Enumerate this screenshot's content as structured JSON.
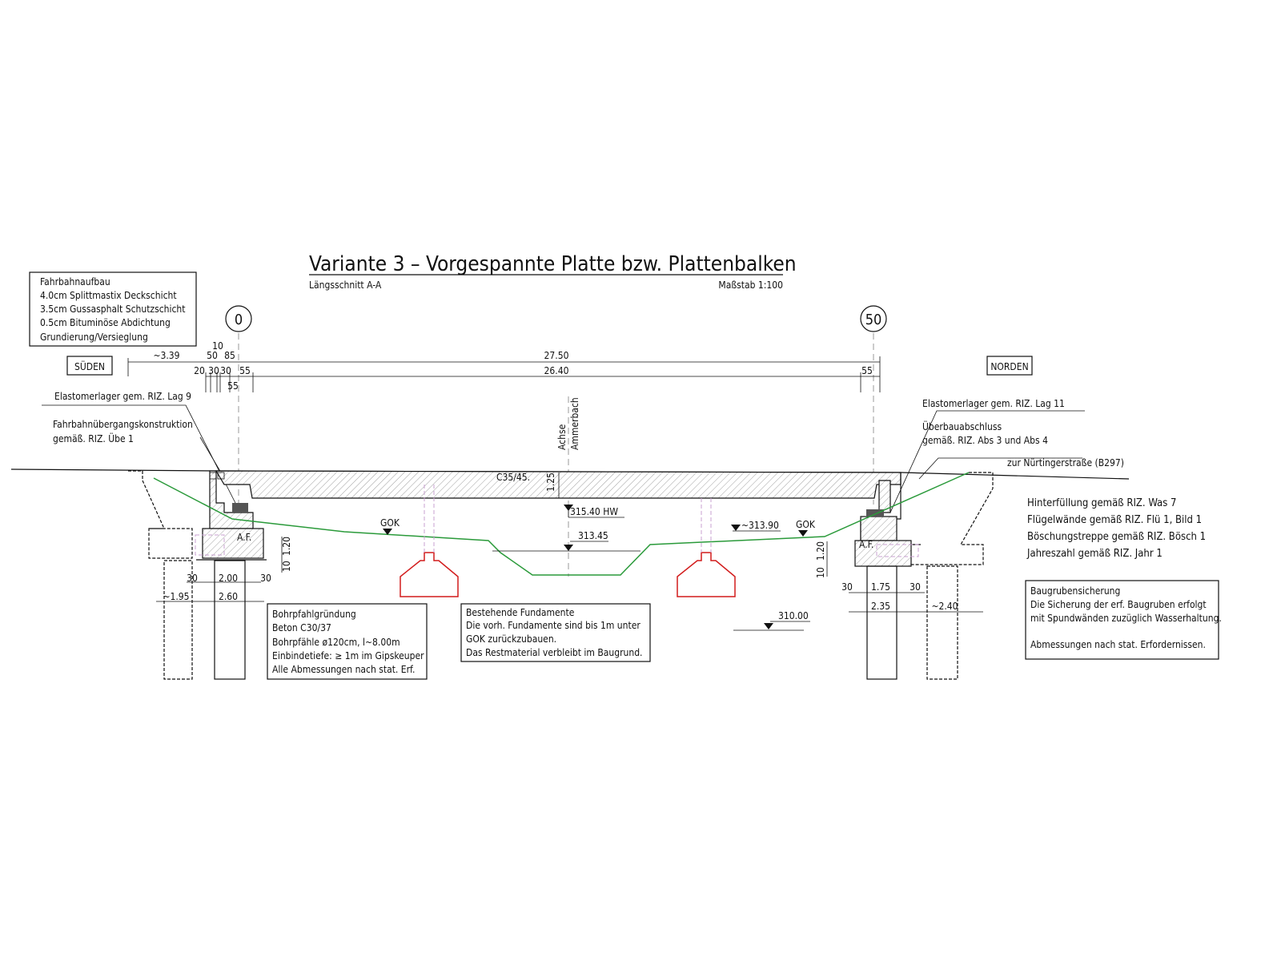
{
  "title": "Variante 3 – Vorgespannte Platte bzw. Plattenbalken",
  "subtitle": "Längsschnitt A-A",
  "scale": "Maßstab 1:100",
  "axes": [
    "0",
    "50"
  ],
  "directions": {
    "south": "SÜDEN",
    "north": "NORDEN"
  },
  "road_build": {
    "heading": "Fahrbahnaufbau",
    "lines": [
      "4.0cm Splittmastix Deckschicht",
      "3.5cm Gussasphalt Schutzschicht",
      "0.5cm Bituminöse Abdichtung",
      "Grundierung/Versieglung"
    ]
  },
  "dimensions": {
    "top": [
      "~3.39",
      "10",
      "50",
      "85",
      "27.50"
    ],
    "second": [
      "20",
      "30",
      "30",
      "55",
      "26.40",
      "55"
    ],
    "third": [
      "55"
    ],
    "slab_thickness": "1.25",
    "left_foot": [
      "1.20",
      "10",
      "30",
      "2.00",
      "30",
      "~1.95",
      "2.60"
    ],
    "right_foot": [
      "1.20",
      "10",
      "30",
      "1.75",
      "30",
      "2.35",
      "~2.40"
    ]
  },
  "labels": {
    "bearing_left": "Elastomerlager gem. RIZ. Lag 9",
    "joint_left_1": "Fahrbahnübergangskonstruktion",
    "joint_left_2": "gemäß. RIZ. Übe 1",
    "bearing_right": "Elastomerlager gem. RIZ. Lag 11",
    "end_right_1": "Überbauabschluss",
    "end_right_2": "gemäß. RIZ. Abs 3 und Abs 4",
    "road_right": "zur Nürtingerstraße (B297)",
    "axis_1": "Achse",
    "axis_2": "Ammerbach",
    "concrete": "C35/45.",
    "af_left": "A.F.",
    "af_right": "A.F.",
    "gok_left": "GOK",
    "gok_right": "GOK"
  },
  "elevations": {
    "hw": "315.40 HW",
    "river": "313.45",
    "right_ground": "~313.90",
    "bottom": "310.00"
  },
  "notes_right": [
    "Hinterfüllung gemäß RIZ. Was 7",
    "Flügelwände gemäß RIZ. Flü 1, Bild 1",
    "Böschungstreppe gemäß RIZ. Bösch 1",
    "Jahreszahl gemäß RIZ. Jahr 1"
  ],
  "piles_box": {
    "heading": "Bohrpfahlgründung",
    "lines": [
      "Beton C30/37",
      "Bohrpfähle ø120cm, l~8.00m",
      "Einbindetiefe: ≥ 1m im Gipskeuper",
      "Alle Abmessungen nach stat. Erf."
    ]
  },
  "foundations_box": {
    "heading": "Bestehende Fundamente",
    "lines": [
      "Die vorh. Fundamente sind bis 1m unter",
      "GOK zurückzubauen.",
      "Das Restmaterial verbleibt im Baugrund."
    ]
  },
  "excavation_box": {
    "heading": "Baugrubensicherung",
    "lines": [
      "Die Sicherung der erf. Baugruben erfolgt",
      "mit Spundwänden zuzüglich Wasserhaltung."
    ],
    "footer": "Abmessungen nach stat. Erfordernissen."
  },
  "colors": {
    "ground": "#2a9a3a",
    "old_foundation": "#d21c1c"
  }
}
